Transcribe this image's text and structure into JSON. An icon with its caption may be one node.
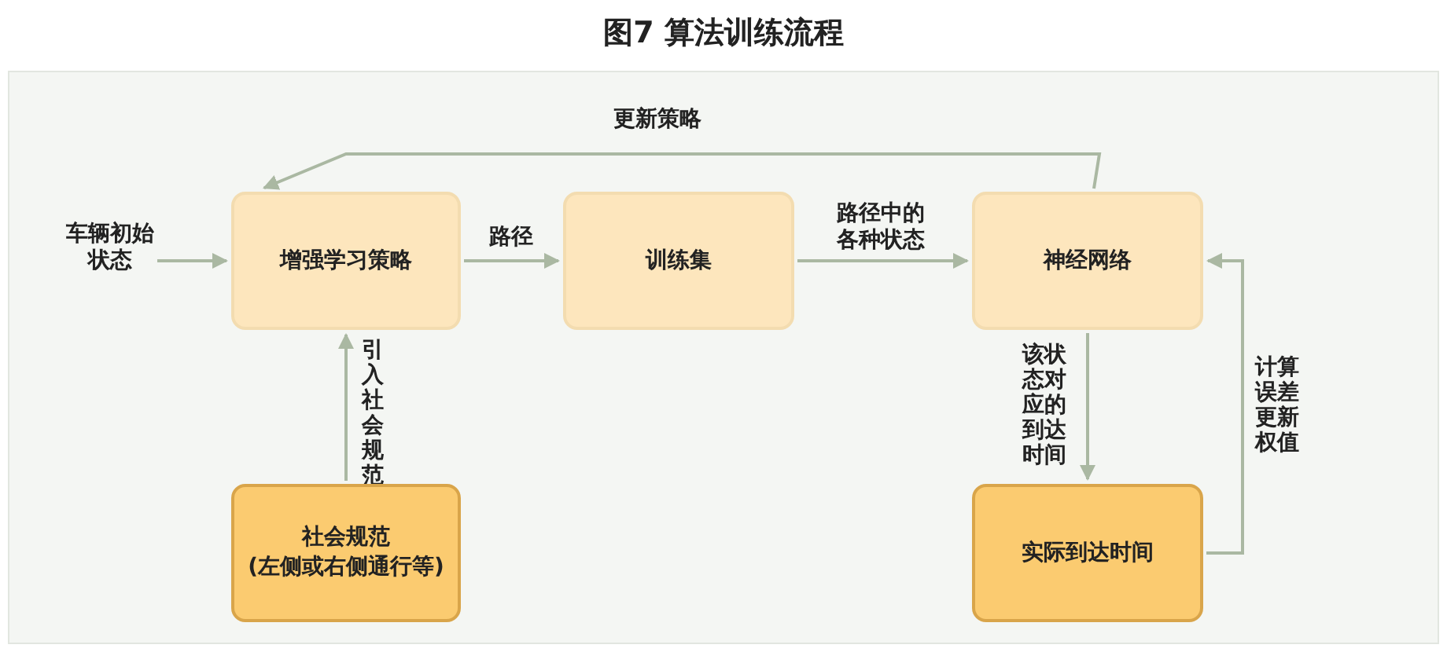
{
  "diagram": {
    "title": "图7 算法训练流程",
    "nodes": [
      {
        "text": [
          "增强学习策略"
        ]
      },
      {
        "text": [
          "训练集"
        ]
      },
      {
        "text": [
          "神经网络"
        ]
      },
      {
        "text": [
          "社会规范",
          "(左侧或右侧通行等)"
        ]
      },
      {
        "text": [
          "实际到达时间"
        ]
      }
    ],
    "edges": [
      {
        "from": null,
        "to": 0,
        "arrow": "to",
        "label": "车辆初始状态"
      },
      {
        "from": 0,
        "to": 1,
        "arrow": "to",
        "label": "路径"
      },
      {
        "from": 1,
        "to": 2,
        "arrow": "to",
        "label": "路径中的各种状态"
      },
      {
        "from": 2,
        "to": 0,
        "arrow": "to",
        "label": "更新策略"
      },
      {
        "from": 3,
        "to": 0,
        "arrow": "to",
        "label": "引入社会规范"
      },
      {
        "from": 2,
        "to": 4,
        "arrow": "to",
        "label": "该状态对应的到达时间"
      },
      {
        "from": 4,
        "to": 2,
        "arrow": "to",
        "label": "计算误差更新权值"
      }
    ]
  }
}
